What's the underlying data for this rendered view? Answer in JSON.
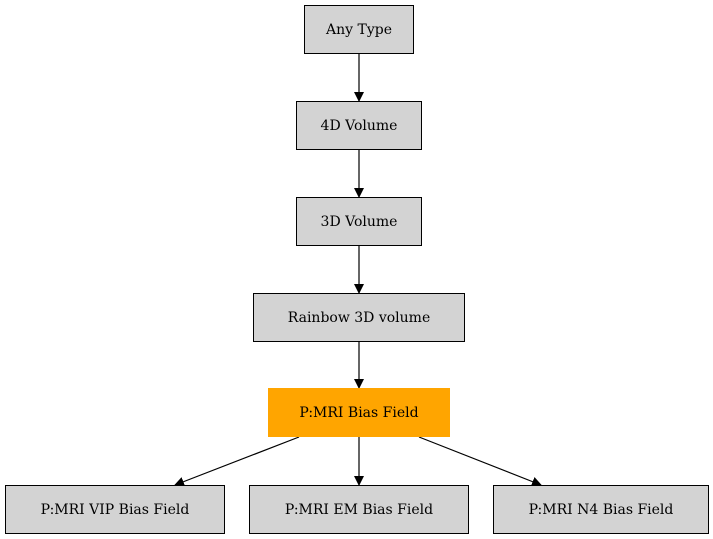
{
  "diagram": {
    "type": "hierarchy",
    "nodes": [
      {
        "id": "any_type",
        "label": "Any Type",
        "highlighted": false
      },
      {
        "id": "volume_4d",
        "label": "4D Volume",
        "highlighted": false
      },
      {
        "id": "volume_3d",
        "label": "3D Volume",
        "highlighted": false
      },
      {
        "id": "rainbow_3d",
        "label": "Rainbow 3D volume",
        "highlighted": false
      },
      {
        "id": "mri_bias",
        "label": "P:MRI Bias Field",
        "highlighted": true
      },
      {
        "id": "mri_vip",
        "label": "P:MRI VIP Bias Field",
        "highlighted": false
      },
      {
        "id": "mri_em",
        "label": "P:MRI EM Bias Field",
        "highlighted": false
      },
      {
        "id": "mri_n4",
        "label": "P:MRI N4 Bias Field",
        "highlighted": false
      }
    ],
    "edges": [
      {
        "from": "any_type",
        "to": "volume_4d"
      },
      {
        "from": "volume_4d",
        "to": "volume_3d"
      },
      {
        "from": "volume_3d",
        "to": "rainbow_3d"
      },
      {
        "from": "rainbow_3d",
        "to": "mri_bias"
      },
      {
        "from": "mri_bias",
        "to": "mri_vip"
      },
      {
        "from": "mri_bias",
        "to": "mri_em"
      },
      {
        "from": "mri_bias",
        "to": "mri_n4"
      }
    ],
    "colors": {
      "node_fill": "#d3d3d3",
      "highlight_fill": "#ffa500",
      "edge": "#000000"
    }
  }
}
